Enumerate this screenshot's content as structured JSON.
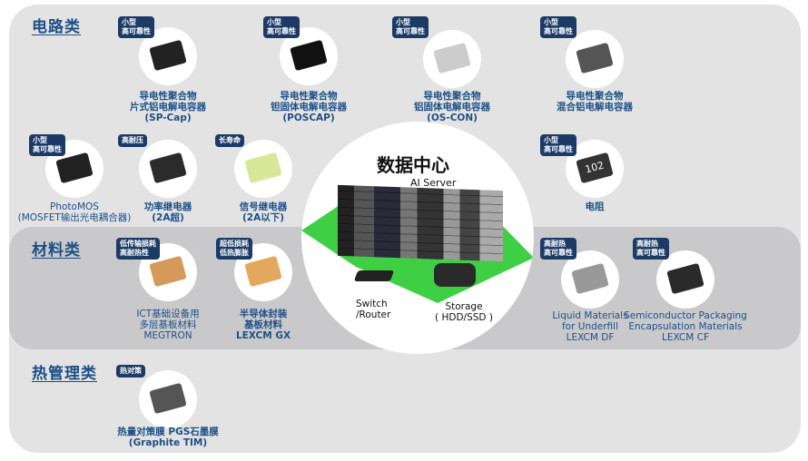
{
  "categories": {
    "circuit": "电路类",
    "materials": "材料类",
    "thermal": "热管理类"
  },
  "center": {
    "title": "数据中心",
    "ai_server": "AI Server",
    "switch": [
      "Switch",
      "/Router"
    ],
    "storage": [
      "Storage",
      "( HDD/SSD )"
    ],
    "colors": {
      "floor": "#3fcf45"
    }
  },
  "colors": {
    "tag_bg": "#1b3a66",
    "label": "#1d4f86",
    "panel": "#e3e3e4",
    "band": "#c9c9cb"
  },
  "items": [
    {
      "tag": [
        "小型",
        "高可靠性"
      ],
      "label": [
        "导电性聚合物",
        "片式铝电解电容器",
        "(SP-Cap)"
      ],
      "icon": "sp-cap-capacitor-icon"
    },
    {
      "tag": [
        "小型",
        "高可靠性"
      ],
      "label": [
        "导电性聚合物",
        "钽固体电解电容器",
        "(POSCAP)"
      ],
      "icon": "poscap-capacitor-icon"
    },
    {
      "tag": [
        "小型",
        "高可靠性"
      ],
      "label": [
        "导电性聚合物",
        "铝固体电解电容器",
        "(OS-CON)"
      ],
      "icon": "os-con-capacitor-icon"
    },
    {
      "tag": [
        "小型",
        "高可靠性"
      ],
      "label": [
        "导电性聚合物",
        "混合铝电解电容器"
      ],
      "icon": "hybrid-capacitor-icon"
    },
    {
      "tag": [
        "小型",
        "高可靠性"
      ],
      "label": [
        "PhotoMOS",
        "(MOSFET输出光电耦合器)"
      ],
      "icon": "photomos-icon"
    },
    {
      "tag": [
        "高耐压"
      ],
      "label": [
        "功率继电器",
        "(2A超)"
      ],
      "icon": "power-relay-icon"
    },
    {
      "tag": [
        "长寿命"
      ],
      "label": [
        "信号继电器",
        "(2A以下)"
      ],
      "icon": "signal-relay-icon"
    },
    {
      "tag": [
        "小型",
        "高可靠性"
      ],
      "label": [
        "电阻"
      ],
      "icon": "resistor-icon",
      "resistor_code": "102"
    },
    {
      "tag": [
        "低传输损耗",
        "高耐热性"
      ],
      "label": [
        "ICT基础设备用",
        "多层基板材料",
        "MEGTRON"
      ],
      "icon": "megtron-laminate-icon"
    },
    {
      "tag": [
        "超低损耗",
        "低热膨胀"
      ],
      "label": [
        "半导体封装",
        "基板材料",
        "LEXCM GX"
      ],
      "icon": "lexcm-gx-substrate-icon"
    },
    {
      "tag": [
        "高耐热",
        "高可靠性"
      ],
      "label": [
        "Liquid Materials",
        "for Underfill",
        "LEXCM DF"
      ],
      "icon": "underfill-dispenser-icon"
    },
    {
      "tag": [
        "高耐热",
        "高可靠性"
      ],
      "label": [
        "Semiconductor Packaging",
        "Encapsulation Materials",
        "LEXCM CF"
      ],
      "icon": "encapsulation-pellets-icon"
    },
    {
      "tag": [
        "热对策"
      ],
      "label": [
        "热量对策膜 PGS石墨膜",
        "(Graphite TIM)"
      ],
      "icon": "graphite-sheet-icon"
    }
  ]
}
